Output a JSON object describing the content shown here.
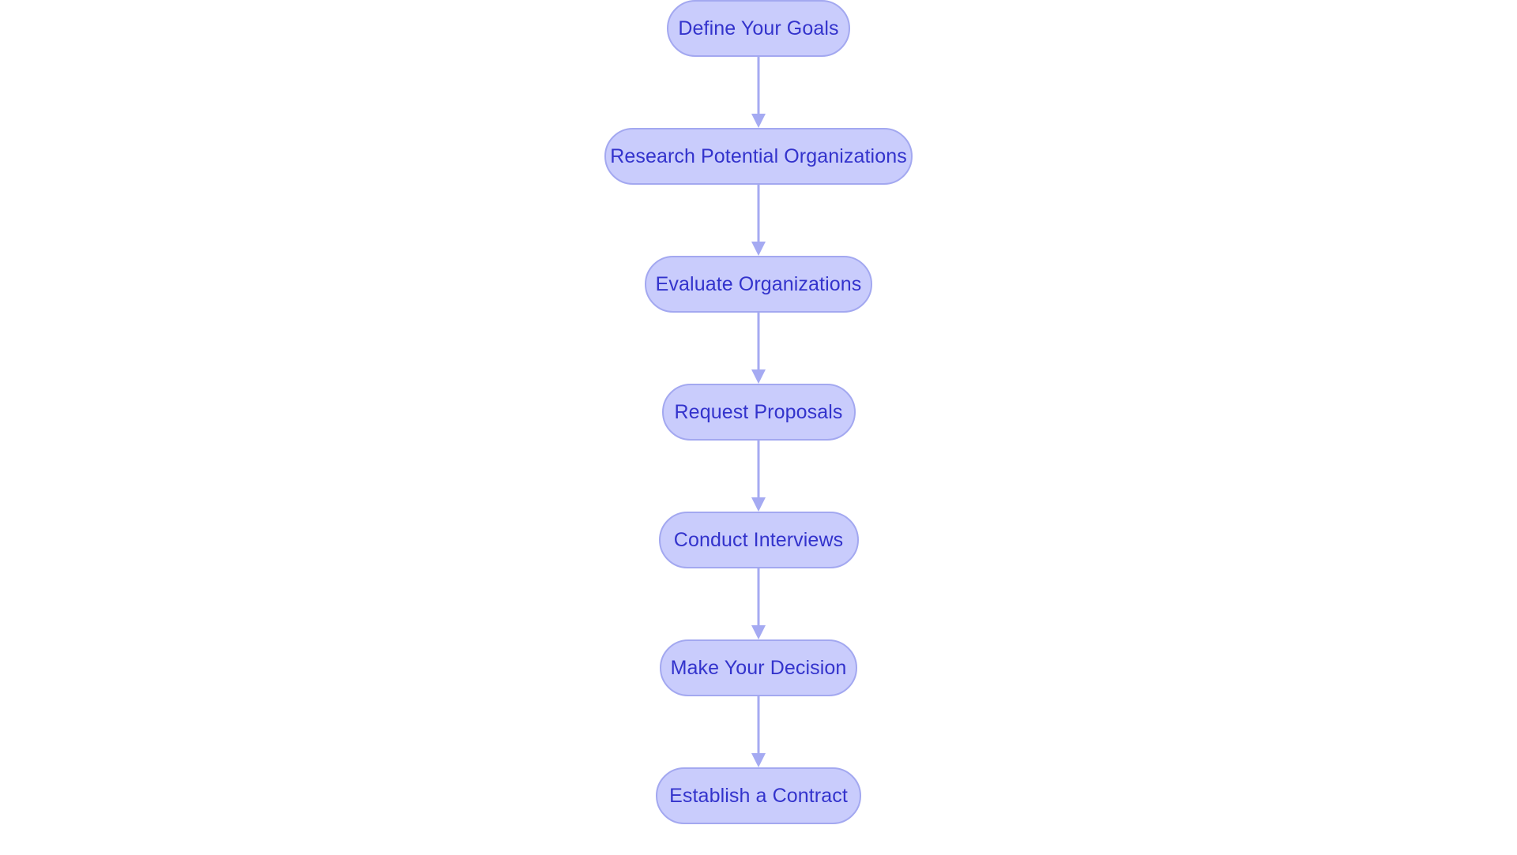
{
  "diagram": {
    "type": "flowchart",
    "orientation": "vertical-top-to-bottom",
    "background_color": "#ffffff",
    "node_fill_color": "#c9ccfc",
    "node_border_color": "#a3a8f0",
    "node_text_color": "#3333cc",
    "connector_color": "#a5aaf2",
    "node_count": 7,
    "connector_count": 6,
    "nodes": [
      {
        "id": "define-your-goals",
        "label": "Define Your Goals",
        "order": 1
      },
      {
        "id": "research-potential-organizations",
        "label": "Research Potential Organizations",
        "order": 2
      },
      {
        "id": "evaluate-organizations",
        "label": "Evaluate Organizations",
        "order": 3
      },
      {
        "id": "request-proposals",
        "label": "Request Proposals",
        "order": 4
      },
      {
        "id": "conduct-interviews",
        "label": "Conduct Interviews",
        "order": 5
      },
      {
        "id": "make-your-decision",
        "label": "Make Your Decision",
        "order": 6
      },
      {
        "id": "establish-a-contract",
        "label": "Establish a Contract",
        "order": 7
      }
    ],
    "edges": [
      {
        "from": "define-your-goals",
        "to": "research-potential-organizations"
      },
      {
        "from": "research-potential-organizations",
        "to": "evaluate-organizations"
      },
      {
        "from": "evaluate-organizations",
        "to": "request-proposals"
      },
      {
        "from": "request-proposals",
        "to": "conduct-interviews"
      },
      {
        "from": "conduct-interviews",
        "to": "make-your-decision"
      },
      {
        "from": "make-your-decision",
        "to": "establish-a-contract"
      }
    ]
  }
}
